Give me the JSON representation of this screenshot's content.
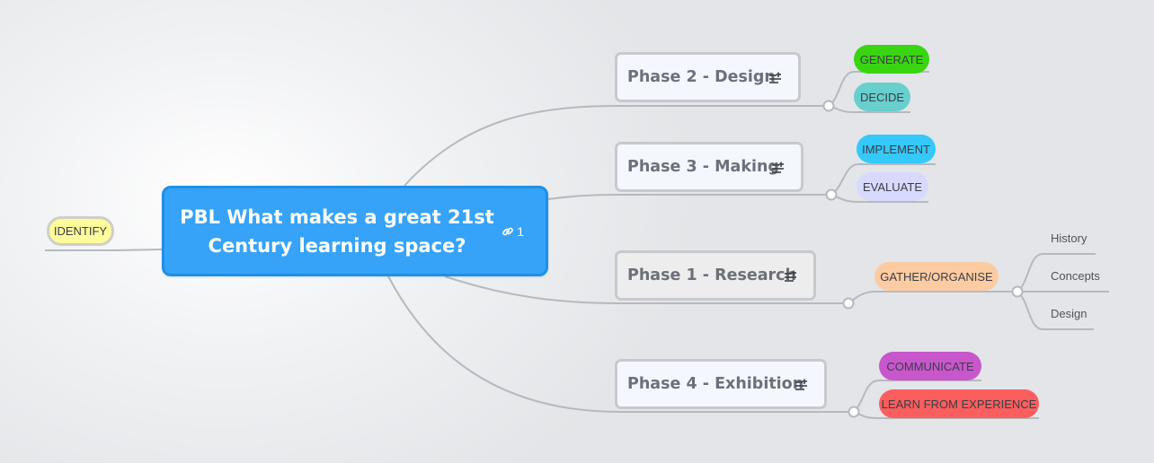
{
  "root": {
    "title": "PBL What makes a great 21st Century learning space?",
    "link_count": "1",
    "color": "#36a3f9"
  },
  "left_topic": {
    "label": "IDENTIFY",
    "color": "#fdfb9b"
  },
  "phases": [
    {
      "title": "Phase 2 - Design",
      "subtopics": [
        {
          "label": "GENERATE",
          "color": "#3ad511"
        },
        {
          "label": "DECIDE",
          "color": "#68cfcd"
        }
      ]
    },
    {
      "title": "Phase 3 - Making",
      "subtopics": [
        {
          "label": "IMPLEMENT",
          "color": "#35c8fa"
        },
        {
          "label": "EVALUATE",
          "color": "#d9d9fe"
        }
      ]
    },
    {
      "title": "Phase 1 - Research",
      "subtopics": [
        {
          "label": "GATHER/ORGANISE",
          "color": "#fdcba2",
          "children": [
            "History",
            "Concepts",
            "Design"
          ]
        }
      ]
    },
    {
      "title": "Phase 4 - Exhibition",
      "subtopics": [
        {
          "label": "COMMUNICATE",
          "color": "#c857cc"
        },
        {
          "label": "LEARN FROM EXPERIENCE",
          "color": "#fb5e5e"
        }
      ]
    }
  ],
  "icons": {
    "phase_notes": "notes-icon",
    "root_link": "link-icon",
    "collapse": "collapse-circle-icon"
  }
}
